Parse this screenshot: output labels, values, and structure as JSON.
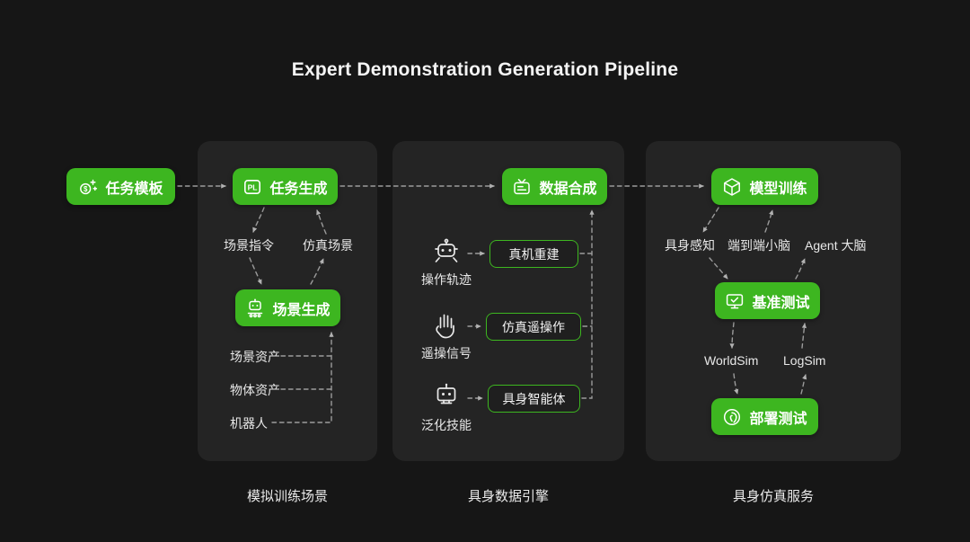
{
  "title": "Expert Demonstration Generation Pipeline",
  "colors": {
    "accent_green": "#3db620",
    "panel_bg": "#242424",
    "page_bg": "#161616",
    "arrow_gray": "#9b9b9b"
  },
  "start": {
    "label": "任务模板",
    "icon_glyph": "$"
  },
  "panels": {
    "sim_training": {
      "caption": "模拟训练场景",
      "task_gen_label": "任务生成",
      "pl_badge": "PL",
      "scene_instruction": "场景指令",
      "sim_scene": "仿真场景",
      "scene_gen_label": "场景生成",
      "assets": [
        "场景资产",
        "物体资产",
        "机器人"
      ]
    },
    "data_engine": {
      "caption": "具身数据引擎",
      "data_synthesis_label": "数据合成",
      "rows": [
        {
          "source": "操作轨迹",
          "target": "真机重建"
        },
        {
          "source": "遥操信号",
          "target": "仿真遥操作"
        },
        {
          "source": "泛化技能",
          "target": "具身智能体"
        }
      ]
    },
    "sim_service": {
      "caption": "具身仿真服务",
      "model_training_label": "模型训练",
      "brains": [
        "具身感知",
        "端到端小脑",
        "Agent 大脑"
      ],
      "benchmark_label": "基准测试",
      "sims": [
        "WorldSim",
        "LogSim"
      ],
      "deployment_label": "部署测试"
    }
  }
}
